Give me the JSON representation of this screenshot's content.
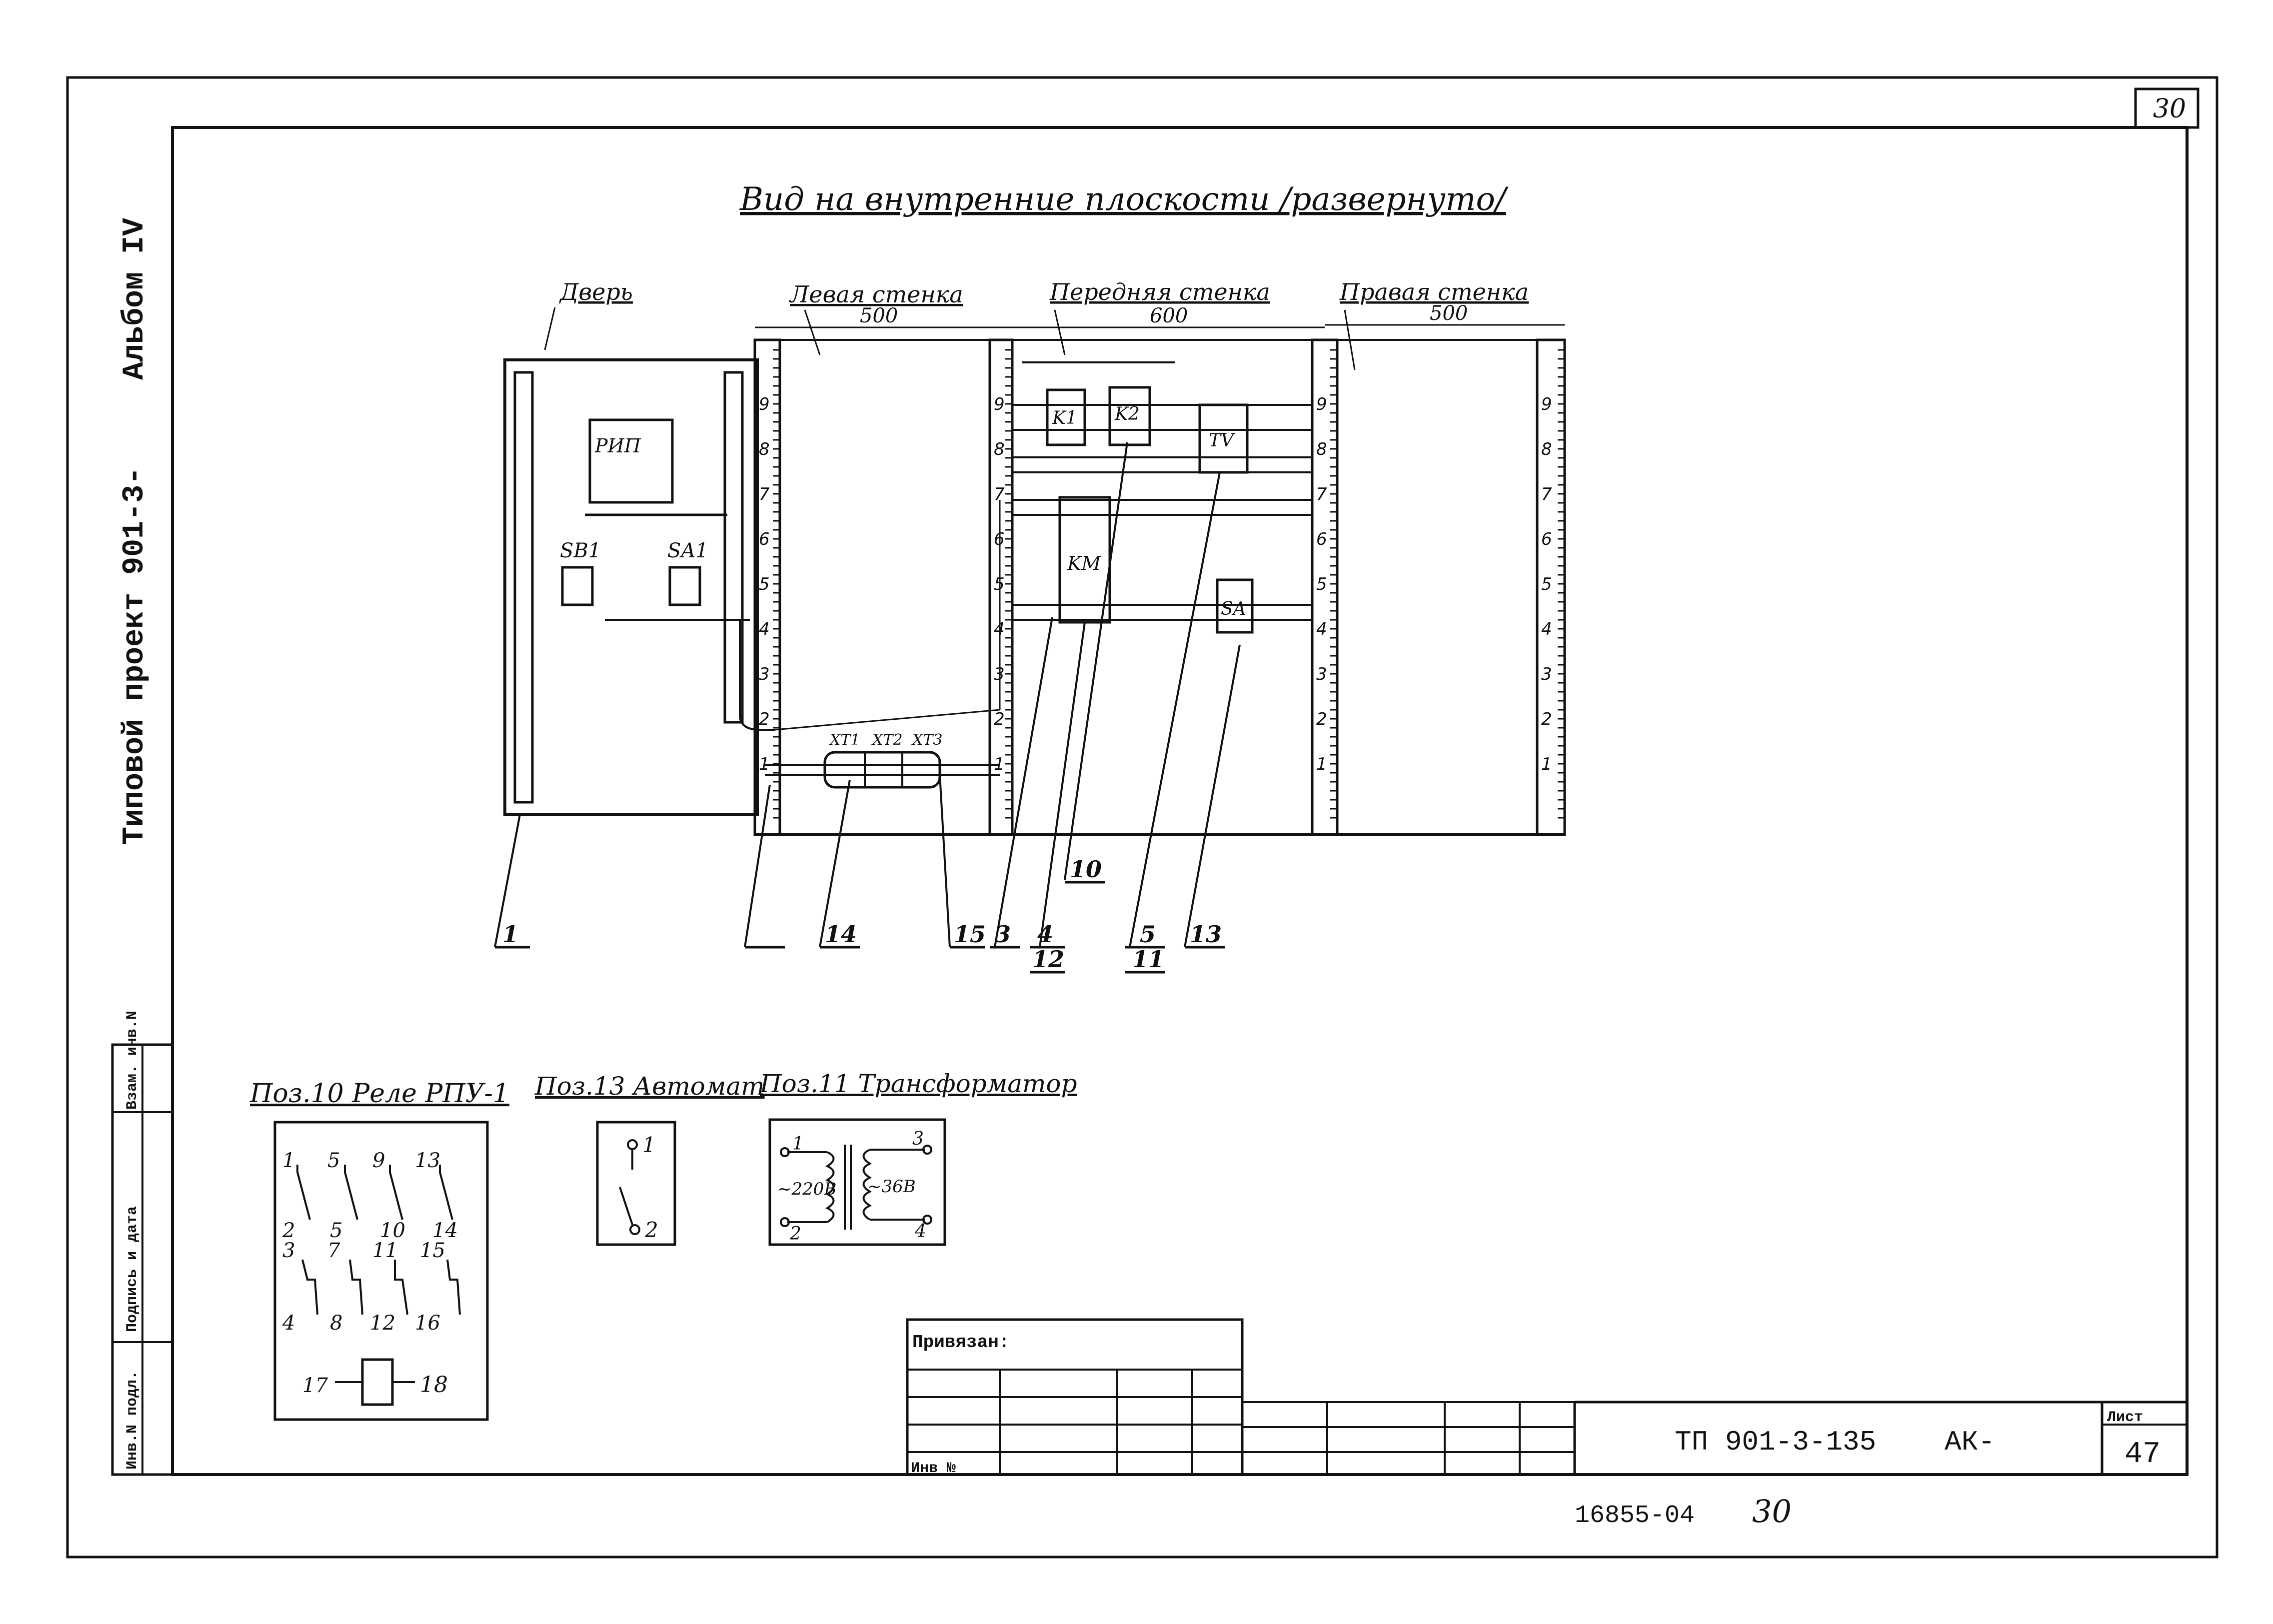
{
  "sheet": {
    "corner_number": "30",
    "title": "Вид на внутренние плоскости /развернуто/",
    "side_text_project": "Типовой проект 901-3-",
    "side_text_album": "Альбом IV",
    "bottom_code": "16855-04",
    "bottom_page": "30"
  },
  "drawing": {
    "door_label": "Дверь",
    "left_wall": {
      "label": "Левая стенка",
      "dimension": "500"
    },
    "front_wall": {
      "label": "Передняя стенка",
      "dimension": "600"
    },
    "right_wall": {
      "label": "Правая стенка",
      "dimension": "500"
    },
    "devices": {
      "rip": "РИП",
      "sb1": "SB1",
      "sa1": "SA1",
      "k1": "K1",
      "k2": "K2",
      "tv": "TV",
      "km": "KM",
      "sa": "SA",
      "xt1": "XT1",
      "xt2": "XT2",
      "xt3": "XT3"
    },
    "scale_marks": [
      "1",
      "2",
      "3",
      "4",
      "5",
      "6",
      "7",
      "8",
      "9"
    ],
    "leaders": {
      "p1": "1",
      "p14": "14",
      "p15": "15",
      "p3": "3",
      "p4": "4",
      "p12": "12",
      "p10": "10",
      "p5": "5",
      "p11": "11",
      "p13": "13"
    }
  },
  "details": {
    "relay": {
      "title": "Поз.10 Реле РПУ-1",
      "top_terms": [
        "1",
        "5",
        "9",
        "13"
      ],
      "mid_terms": [
        "2",
        "5",
        "10",
        "14"
      ],
      "row2_terms": [
        "3",
        "7",
        "11",
        "15"
      ],
      "bottom_terms": [
        "4",
        "8",
        "12",
        "16"
      ],
      "coil_left": "17",
      "coil_right": "18"
    },
    "breaker": {
      "title": "Поз.13 Автомат",
      "t1": "1",
      "t2": "2"
    },
    "transformer": {
      "title": "Поз.11 Трансформатор",
      "t1": "1",
      "t2": "2",
      "t3": "3",
      "t4": "4",
      "v_primary": "~220В",
      "v_secondary": "~36В"
    }
  },
  "title_block": {
    "bound_label": "Привязан:",
    "inv_label": "Инв №",
    "doc_number": "ТП 901-3-135",
    "doc_type": "АК-",
    "sheet_label": "Лист",
    "sheet_number": "47"
  },
  "margin_stamp": {
    "inv_orig": "Инв.N подл.",
    "sign_date": "Подпись и дата",
    "replace_inv": "Взам. инв.N"
  }
}
